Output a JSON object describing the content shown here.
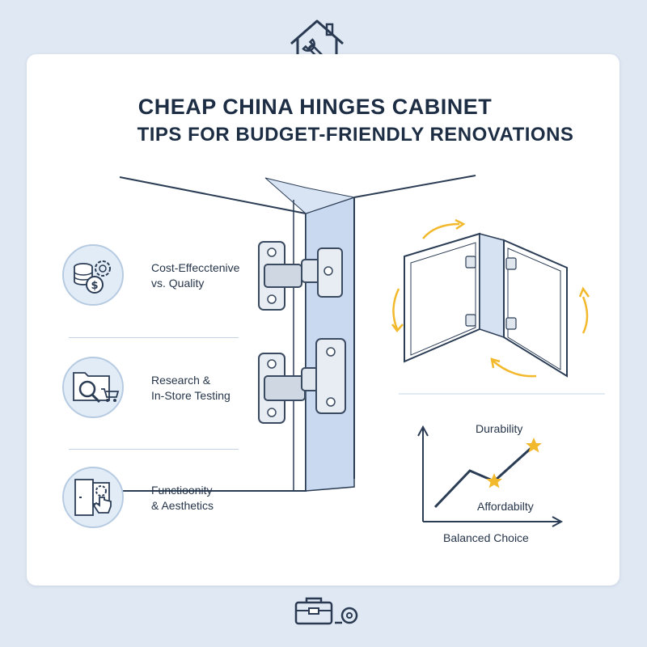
{
  "header": {
    "title_line1": "CHEAP CHINA HINGES CABINET",
    "title_line2": "TIPS FOR BUDGET-FRIENDLY RENOVATIONS"
  },
  "tips": [
    {
      "line1": "Cost-Effecctenive",
      "line2": "vs. Quality",
      "icon": "coins-gear-icon"
    },
    {
      "line1": "Research &",
      "line2": "In-Store Testing",
      "icon": "magnifier-cart-icon"
    },
    {
      "line1": "Functioonity",
      "line2": "& Aesthetics",
      "icon": "hand-gear-icon"
    }
  ],
  "chart": {
    "label_top": "Durability",
    "label_bottom": "Affordabilty",
    "caption": "Balanced Choice"
  },
  "icons": {
    "top": "house-wrench-icon",
    "bottom": "toolbox-tape-icon"
  },
  "colors": {
    "navy": "#1c2d44",
    "accent_blue": "#c9daf0",
    "star_yellow": "#f2b92c",
    "background": "#dfe8f3"
  }
}
